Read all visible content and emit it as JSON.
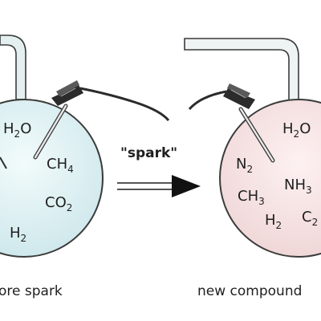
{
  "arrow_label": "\"spark\"",
  "left_flask": {
    "caption": "ore spark",
    "molecules": {
      "h2o": {
        "main": "H",
        "sub": "2",
        "tail": "O"
      },
      "ch4": {
        "main": "CH",
        "sub": "4",
        "tail": ""
      },
      "co2": {
        "main": "CO",
        "sub": "2",
        "tail": ""
      },
      "h2": {
        "main": "H",
        "sub": "2",
        "tail": ""
      }
    }
  },
  "right_flask": {
    "caption": "new compound",
    "molecules": {
      "h2o": {
        "main": "H",
        "sub": "2",
        "tail": "O"
      },
      "n2": {
        "main": "N",
        "sub": "2",
        "tail": ""
      },
      "nh3": {
        "main": "NH",
        "sub": "3",
        "tail": ""
      },
      "ch3": {
        "main": "CH",
        "sub": "3",
        "tail": ""
      },
      "h2": {
        "main": "H",
        "sub": "2",
        "tail": ""
      },
      "c2": {
        "main": "C",
        "sub": "2",
        "tail": ""
      }
    }
  },
  "colors": {
    "left_fill": "#dff1f3",
    "right_fill": "#f7e4e4",
    "outline": "#3b3b3b",
    "tube_fill": "#e8f1f1"
  }
}
